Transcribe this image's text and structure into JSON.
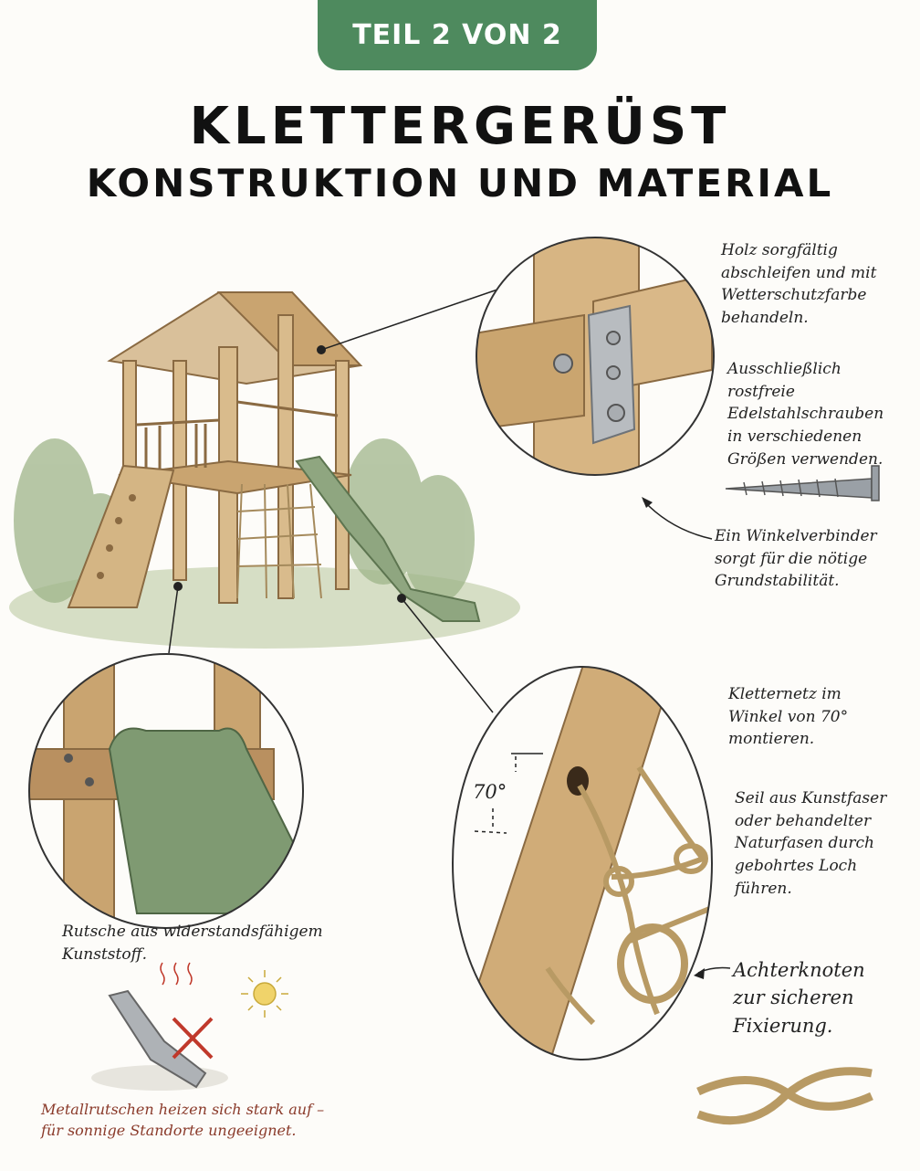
{
  "header": {
    "badge": "TEIL 2 VON 2",
    "title": "KLETTERGERÜST",
    "subtitle": "KONSTRUKTION UND MATERIAL"
  },
  "notes": {
    "sanding": "Holz sorgfältig abschleifen und mit Wetterschutzfarbe behandeln.",
    "screws": "Ausschließlich rostfreie Edelstahlschrauben in verschiedenen Größen verwenden.",
    "bracket": "Ein Winkelverbinder sorgt für die nötige Grundstabilität.",
    "net_angle": "Kletternetz im Winkel von 70° montieren.",
    "rope": "Seil aus Kunstfaser oder behandelter Naturfasen durch gebohrtes Loch führen.",
    "knot": "Achterknoten zur sicheren Fixierung.",
    "slide": "Rutsche aus widerstandsfähigem Kunststoff.",
    "metal_warning": "Metallrutschen heizen sich stark auf – für sonnige Standorte ungeeignet."
  },
  "angle_label": "70°",
  "colors": {
    "badge": "#4e8a5e",
    "wood": "#c9a470",
    "slide": "#7f9a72",
    "rope": "#c9ae7c",
    "warning": "#8a3a2a"
  }
}
